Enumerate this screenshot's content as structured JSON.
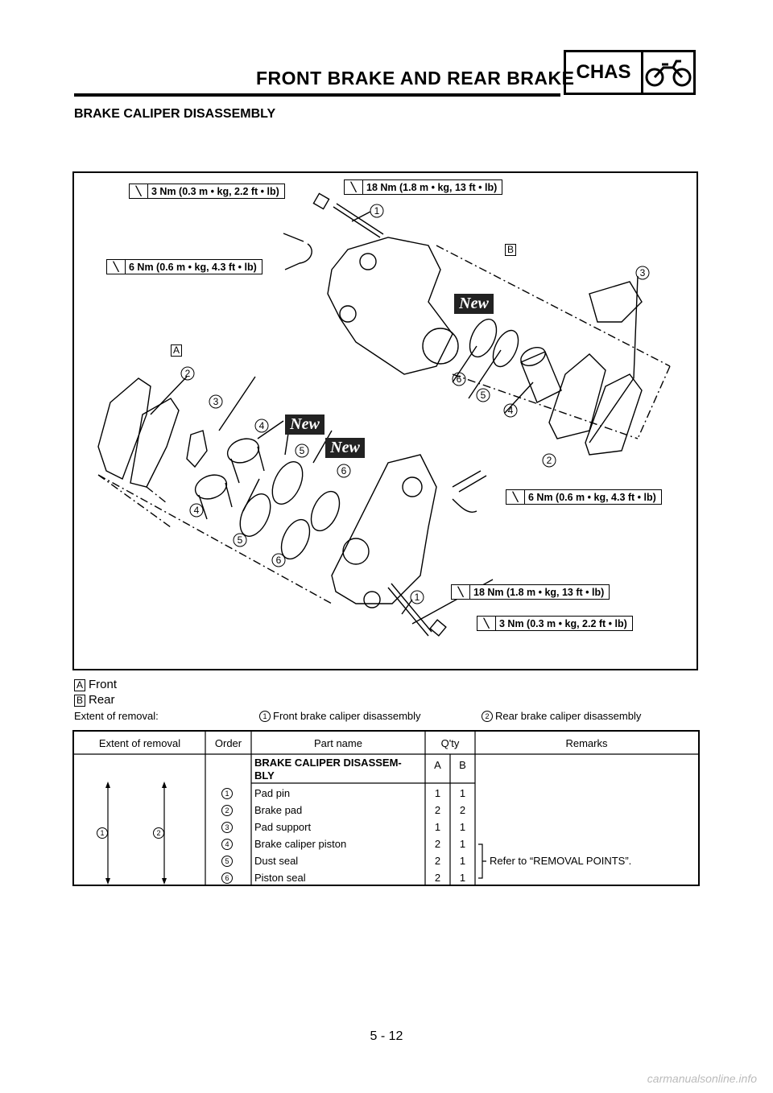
{
  "header": {
    "title": "FRONT BRAKE AND REAR BRAKE",
    "badge": "CHAS",
    "badge_icon": "motorcycle-icon"
  },
  "section_title": "BRAKE CALIPER DISASSEMBLY",
  "diagram": {
    "torques": {
      "t1": "3 Nm (0.3 m • kg, 2.2 ft • lb)",
      "t2": "18 Nm (1.8 m • kg, 13 ft • lb)",
      "t3": "6 Nm (0.6 m • kg, 4.3 ft • lb)",
      "t4": "6 Nm (0.6 m • kg, 4.3 ft • lb)",
      "t5": "18 Nm (1.8 m • kg, 13 ft • lb)",
      "t6": "3 Nm (0.3 m • kg, 2.2 ft • lb)"
    },
    "new_label": "New",
    "box_a": "A",
    "box_b": "B",
    "callouts": [
      "1",
      "2",
      "3",
      "4",
      "5",
      "6"
    ]
  },
  "legend": {
    "a_letter": "A",
    "a_text": "Front",
    "b_letter": "B",
    "b_text": "Rear"
  },
  "extent": {
    "label": "Extent of removal:",
    "item1_num": "1",
    "item1_text": "Front brake caliper disassembly",
    "item2_num": "2",
    "item2_text": "Rear brake caliper disassembly"
  },
  "table": {
    "headers": [
      "Extent of removal",
      "Order",
      "Part name",
      "Q'ty",
      "Remarks"
    ],
    "group_title": "BRAKE CALIPER DISASSEM-\nBLY",
    "col_a": "A",
    "col_b": "B",
    "rows": [
      {
        "order": "1",
        "part": "Pad pin",
        "a": "1",
        "b": "1"
      },
      {
        "order": "2",
        "part": "Brake pad",
        "a": "2",
        "b": "2"
      },
      {
        "order": "3",
        "part": "Pad support",
        "a": "1",
        "b": "1"
      },
      {
        "order": "4",
        "part": "Brake caliper piston",
        "a": "2",
        "b": "1"
      },
      {
        "order": "5",
        "part": "Dust seal",
        "a": "2",
        "b": "1"
      },
      {
        "order": "6",
        "part": "Piston seal",
        "a": "2",
        "b": "1"
      }
    ],
    "extent_marks": [
      "1",
      "2"
    ],
    "remark": "Refer to “REMOVAL POINTS”."
  },
  "page_number": "5 - 12",
  "watermark": "carmanualsonline.info"
}
